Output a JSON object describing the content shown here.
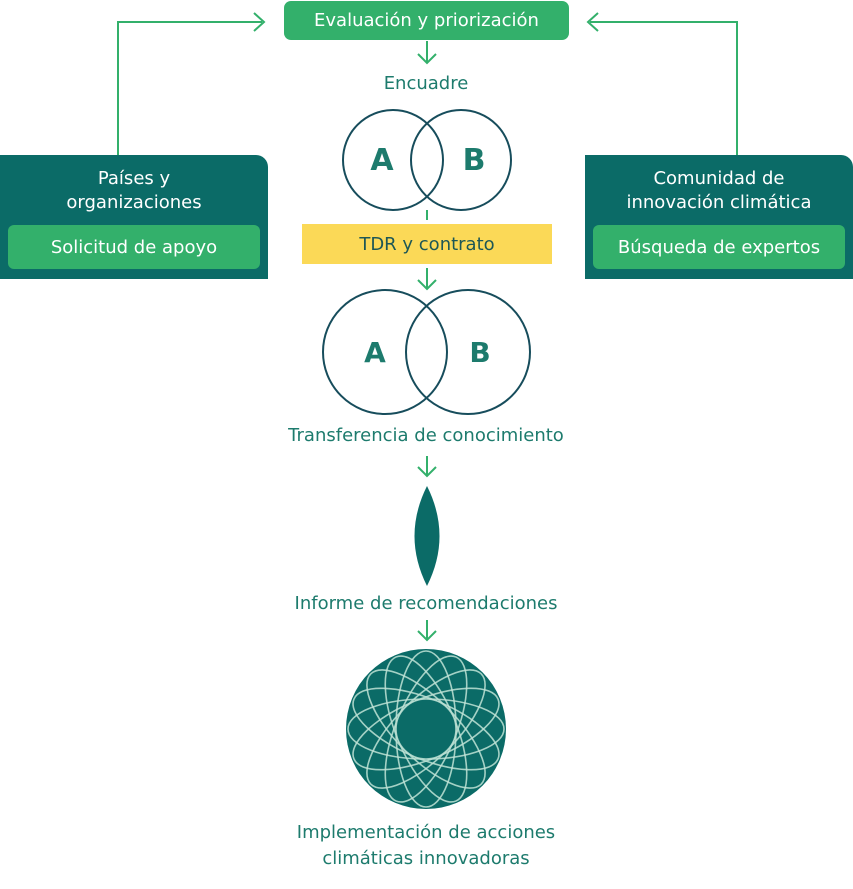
{
  "top_box": {
    "label": "Evaluación y priorización"
  },
  "left_panel": {
    "title_line1": "Países y",
    "title_line2": "organizaciones",
    "button": "Solicitud de apoyo"
  },
  "right_panel": {
    "title_line1": "Comunidad de",
    "title_line2": "innovación climática",
    "button": "Búsqueda de expertos"
  },
  "framing": {
    "label": "Encuadre",
    "circle_a": "A",
    "circle_b": "B"
  },
  "tdr": {
    "label": "TDR y contrato"
  },
  "transfer": {
    "circle_a": "A",
    "circle_b": "B",
    "label": "Transferencia de conocimiento"
  },
  "report": {
    "label": "Informe de recomendaciones"
  },
  "implementation": {
    "label_line1": "Implementación de acciones",
    "label_line2": "climáticas innovadoras"
  },
  "colors": {
    "green": "#33b06b",
    "teal": "#0b6b67",
    "navy": "#174d5c",
    "yellow": "#fbd957",
    "text": "#1d7b6d"
  }
}
